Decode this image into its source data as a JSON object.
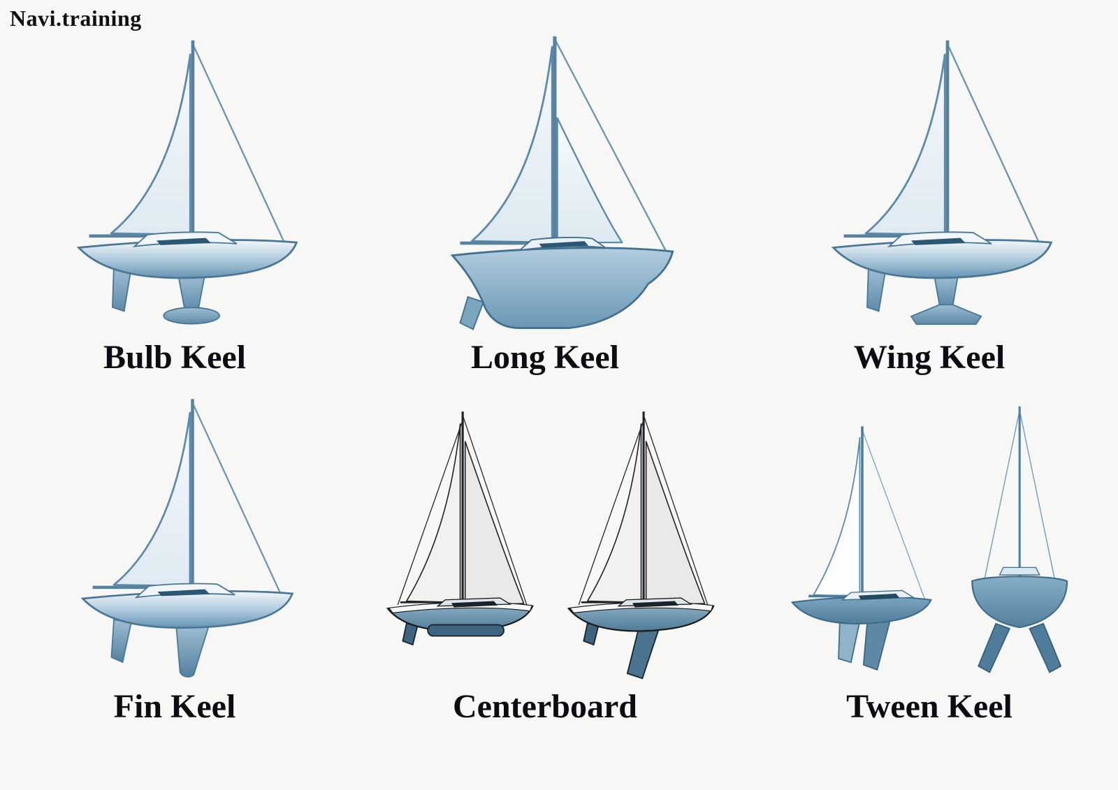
{
  "brand": "Navi.training",
  "items": [
    {
      "id": "bulb-keel",
      "label": "Bulb Keel"
    },
    {
      "id": "long-keel",
      "label": "Long Keel"
    },
    {
      "id": "wing-keel",
      "label": "Wing Keel"
    },
    {
      "id": "fin-keel",
      "label": "Fin Keel"
    },
    {
      "id": "centerboard",
      "label": "Centerboard"
    },
    {
      "id": "tween-keel",
      "label": "Tween Keel"
    }
  ],
  "colors": {
    "background": "#f7f8f6",
    "ink": "#0c0d12",
    "boat_blue": "#5d89a8",
    "hull_outline": "#4a7796",
    "sail_tint": "#eef4f8",
    "dark_outline": "#1a1a1a"
  }
}
